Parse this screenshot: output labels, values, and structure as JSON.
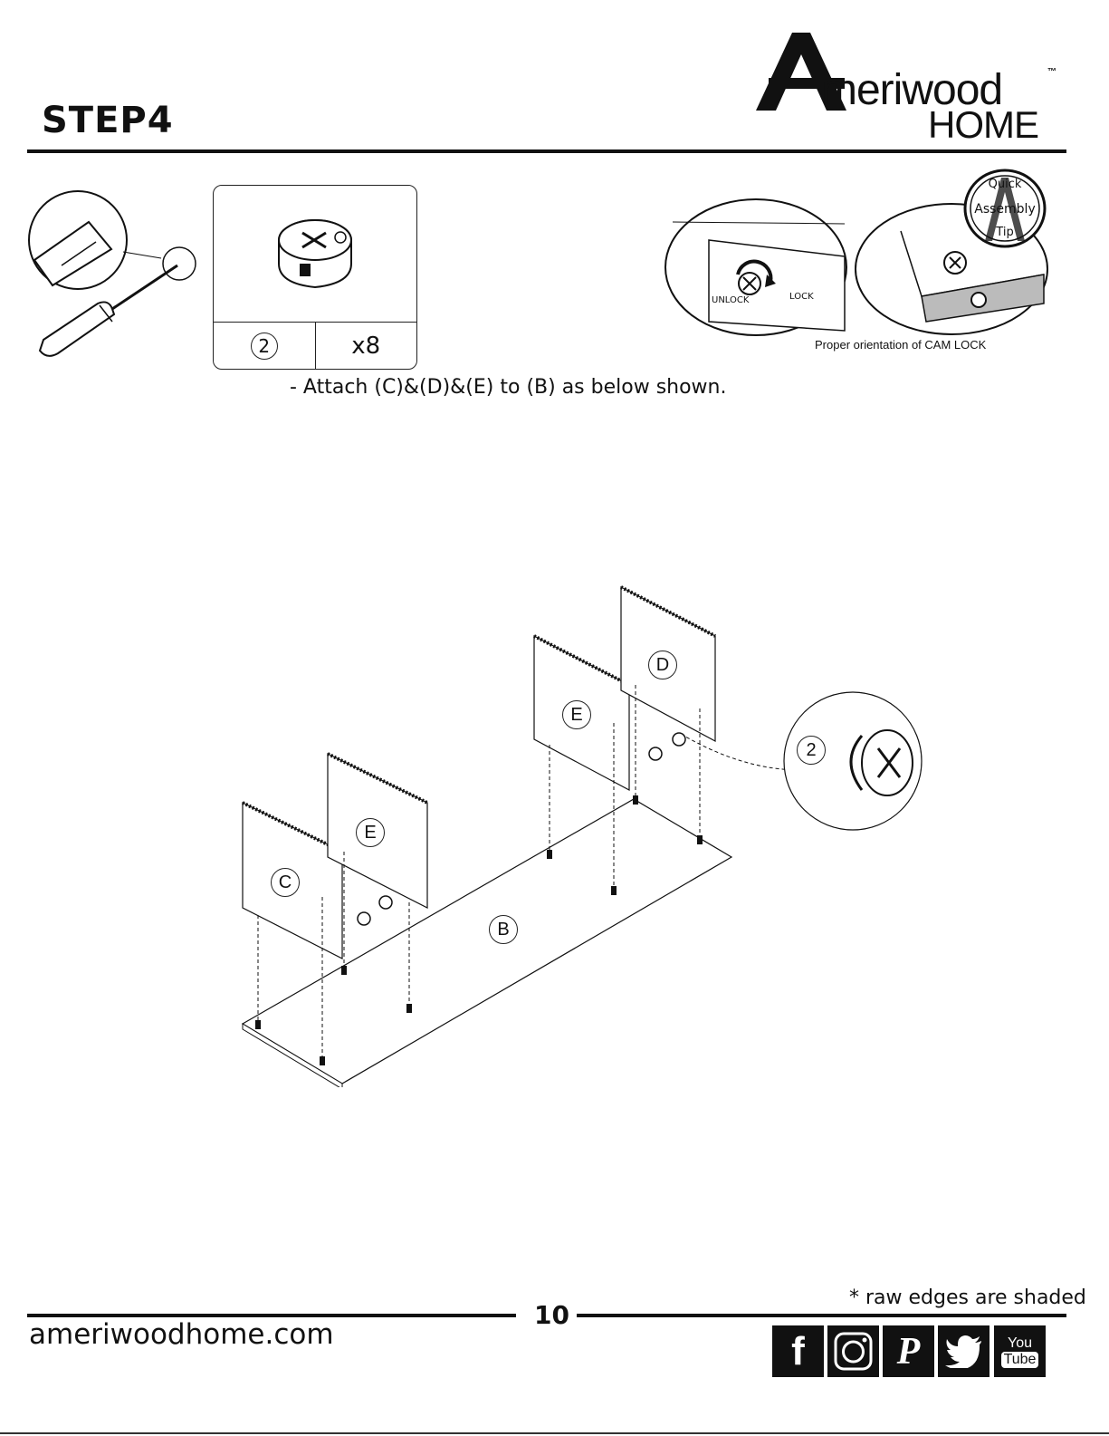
{
  "header": {
    "step_title": "STEP4",
    "brand_letter": "A",
    "brand_word": "meriwood",
    "brand_sub": "HOME",
    "brand_tm": "™"
  },
  "hardware": {
    "part_label": "2",
    "quantity": "x8"
  },
  "quick_tip": {
    "badge_lines": [
      "Quick",
      "Assembly",
      "Tip"
    ],
    "unlock_label": "UNLOCK",
    "lock_label": "LOCK",
    "caption": "Proper orientation of CAM LOCK"
  },
  "instruction": "- Attach (C)&(D)&(E) to (B) as below shown.",
  "diagram": {
    "panel_labels": {
      "c": "C",
      "e_left": "E",
      "e_right": "E",
      "d": "D",
      "b": "B"
    },
    "callout_label": "2"
  },
  "footer": {
    "page_number": "10",
    "website": "ameriwoodhome.com",
    "raw_edges_note": "* raw edges are shaded",
    "social": [
      {
        "name": "facebook",
        "text": "f"
      },
      {
        "name": "instagram",
        "text": ""
      },
      {
        "name": "pinterest",
        "text": "P"
      },
      {
        "name": "twitter",
        "text": ""
      },
      {
        "name": "youtube",
        "text_top": "You",
        "text_bottom": "Tube"
      }
    ]
  }
}
